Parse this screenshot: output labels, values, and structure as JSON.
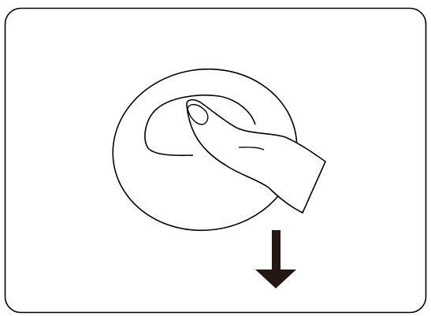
{
  "diagram": {
    "stroke_color": "#000000",
    "arrow_color": "#231815",
    "background_color": "#ffffff",
    "arrow_direction": "down",
    "icons": [
      "rounded-frame",
      "oval-pad",
      "recess-outline",
      "finger-icon",
      "down-arrow-icon"
    ]
  }
}
